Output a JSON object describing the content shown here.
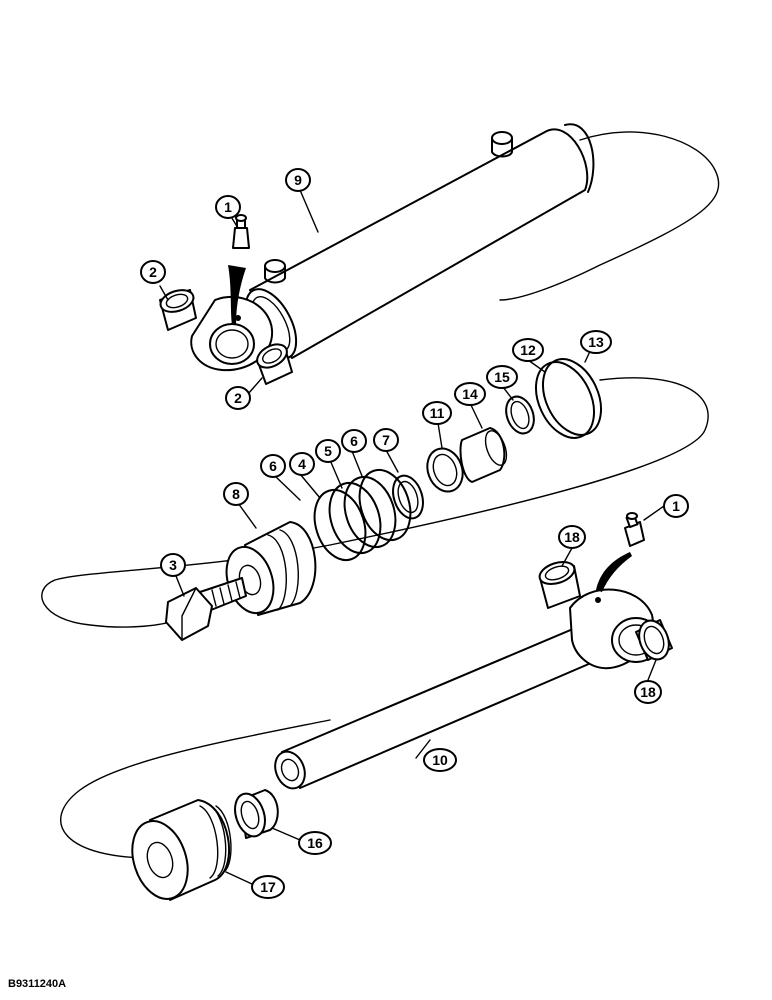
{
  "figure_id": "B9311240A",
  "callouts": [
    {
      "key": "c1a",
      "label": "1"
    },
    {
      "key": "c2a",
      "label": "2"
    },
    {
      "key": "c2b",
      "label": "2"
    },
    {
      "key": "c9",
      "label": "9"
    },
    {
      "key": "c12",
      "label": "12"
    },
    {
      "key": "c13",
      "label": "13"
    },
    {
      "key": "c14",
      "label": "14"
    },
    {
      "key": "c15",
      "label": "15"
    },
    {
      "key": "c11",
      "label": "11"
    },
    {
      "key": "c6a",
      "label": "6"
    },
    {
      "key": "c4",
      "label": "4"
    },
    {
      "key": "c5",
      "label": "5"
    },
    {
      "key": "c6b",
      "label": "6"
    },
    {
      "key": "c7",
      "label": "7"
    },
    {
      "key": "c8",
      "label": "8"
    },
    {
      "key": "c3",
      "label": "3"
    },
    {
      "key": "c1b",
      "label": "1"
    },
    {
      "key": "c18a",
      "label": "18"
    },
    {
      "key": "c18b",
      "label": "18"
    },
    {
      "key": "c10",
      "label": "10"
    },
    {
      "key": "c16",
      "label": "16"
    },
    {
      "key": "c17",
      "label": "17"
    }
  ]
}
